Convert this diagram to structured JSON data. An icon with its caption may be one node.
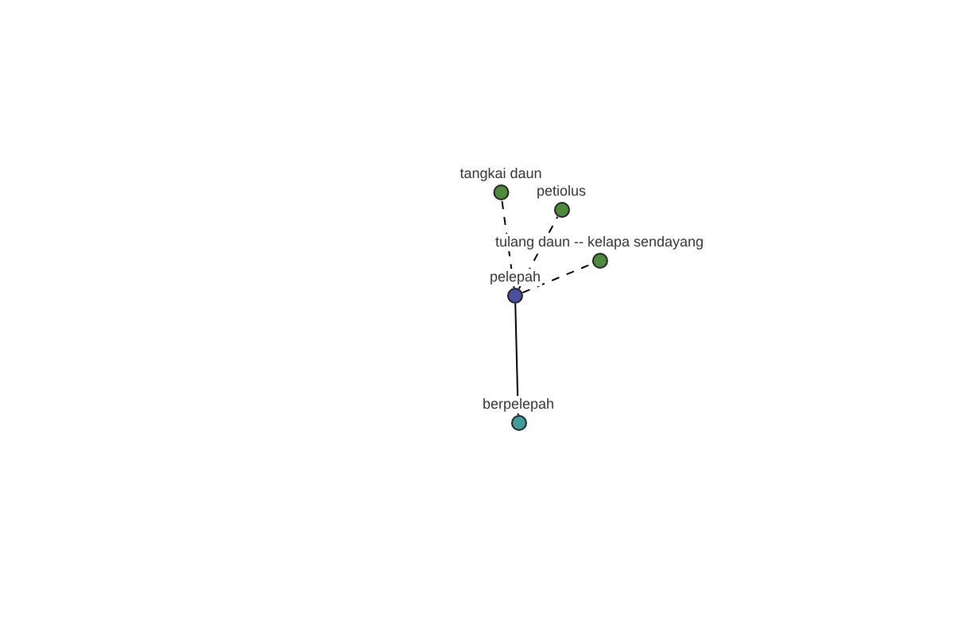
{
  "diagram": {
    "nodes": [
      {
        "text": [
          "pelepah"
        ]
      },
      {
        "text": [
          "tangkai daun"
        ]
      },
      {
        "text": [
          "petiolus"
        ]
      },
      {
        "text": [
          "tulang daun -- kelapa sendayang"
        ]
      },
      {
        "text": [
          "berpelepah"
        ]
      }
    ],
    "edges": [
      {
        "from": 0,
        "to": 1,
        "arrow": "none",
        "style": "dashed"
      },
      {
        "from": 0,
        "to": 2,
        "arrow": "none",
        "style": "dashed"
      },
      {
        "from": 0,
        "to": 3,
        "arrow": "none",
        "style": "dashed"
      },
      {
        "from": 0,
        "to": 4,
        "arrow": "none"
      }
    ]
  }
}
